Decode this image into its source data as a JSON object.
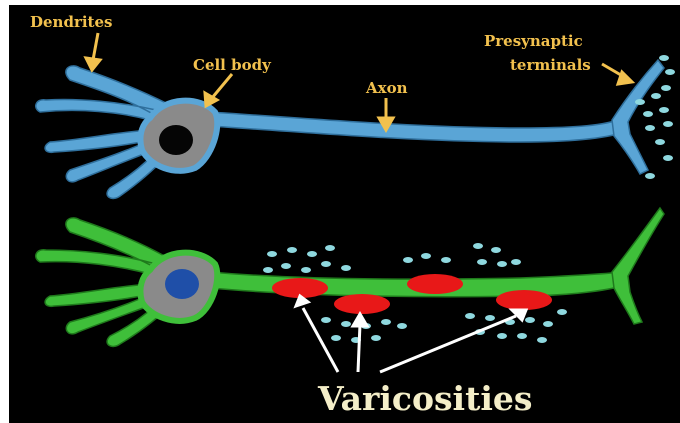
{
  "labels": {
    "dendrites": "Dendrites",
    "cell_body": "Cell body",
    "axon": "Axon",
    "presynaptic_line1": "Presynaptic",
    "presynaptic_line2": "terminals",
    "varicosities": "Varicosities"
  },
  "colors": {
    "background": "#000000",
    "label": "#f2c14e",
    "top_neuron": "#5aa5d6",
    "bottom_neuron": "#3fbf3a",
    "soma": "#8a8a8a",
    "nucleus_top": "#050505",
    "nucleus_bottom": "#1f4fa8",
    "varicosity": "#e81818",
    "vesicle": "#8fd8df",
    "arrow": "#ffffff"
  }
}
